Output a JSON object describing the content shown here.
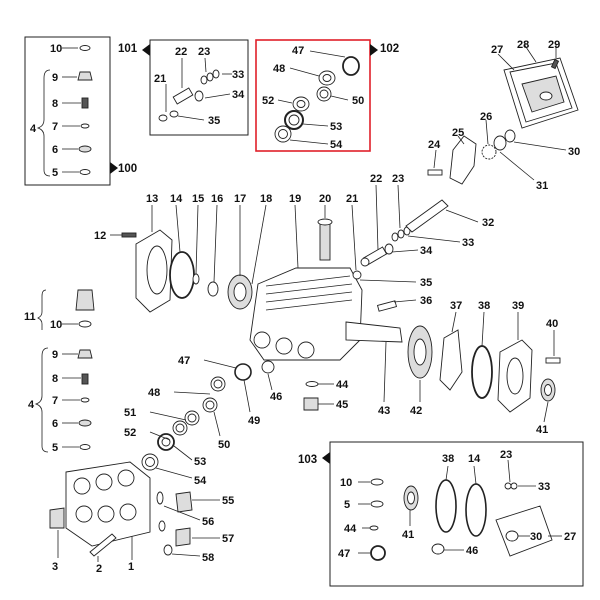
{
  "labels": {
    "l10a": "10",
    "l9a": "9",
    "l8a": "8",
    "l7a": "7",
    "l6a": "6",
    "l5a": "5",
    "l4a": "4",
    "l100": "100",
    "l101": "101",
    "l22a": "22",
    "l23a": "23",
    "l21a": "21",
    "l33a": "33",
    "l34a": "34",
    "l35a": "35",
    "l47a": "47",
    "l102": "102",
    "l48a": "48",
    "l52a": "52",
    "l50a": "50",
    "l53a": "53",
    "l54a": "54",
    "l27a": "27",
    "l28": "28",
    "l29": "29",
    "l26": "26",
    "l25": "25",
    "l24": "24",
    "l30a": "30",
    "l31": "31",
    "l13": "13",
    "l14a": "14",
    "l15": "15",
    "l16": "16",
    "l17": "17",
    "l18": "18",
    "l19": "19",
    "l20": "20",
    "l21b": "21",
    "l22b": "22",
    "l23b": "23",
    "l32": "32",
    "l33b": "33",
    "l34b": "34",
    "l35b": "35",
    "l36": "36",
    "l12": "12",
    "l11": "11",
    "l10b": "10",
    "l9b": "9",
    "l8b": "8",
    "l7b": "7",
    "l6b": "6",
    "l5b": "5",
    "l4b": "4",
    "l37": "37",
    "l38a": "38",
    "l39": "39",
    "l40": "40",
    "l41a": "41",
    "l42": "42",
    "l43": "43",
    "l44a": "44",
    "l45": "45",
    "l46a": "46",
    "l47b": "47",
    "l48b": "48",
    "l49": "49",
    "l50b": "50",
    "l51": "51",
    "l52b": "52",
    "l53b": "53",
    "l54b": "54",
    "l55": "55",
    "l56": "56",
    "l57": "57",
    "l58": "58",
    "l3": "3",
    "l2": "2",
    "l1": "1",
    "l103": "103",
    "l10c": "10",
    "l5c": "5",
    "l44b": "44",
    "l47c": "47",
    "l38b": "38",
    "l14b": "14",
    "l41b": "41",
    "l46b": "46",
    "l23c": "23",
    "l33c": "33",
    "l30b": "30",
    "l27b": "27"
  },
  "highlight_color": "#e0202a"
}
